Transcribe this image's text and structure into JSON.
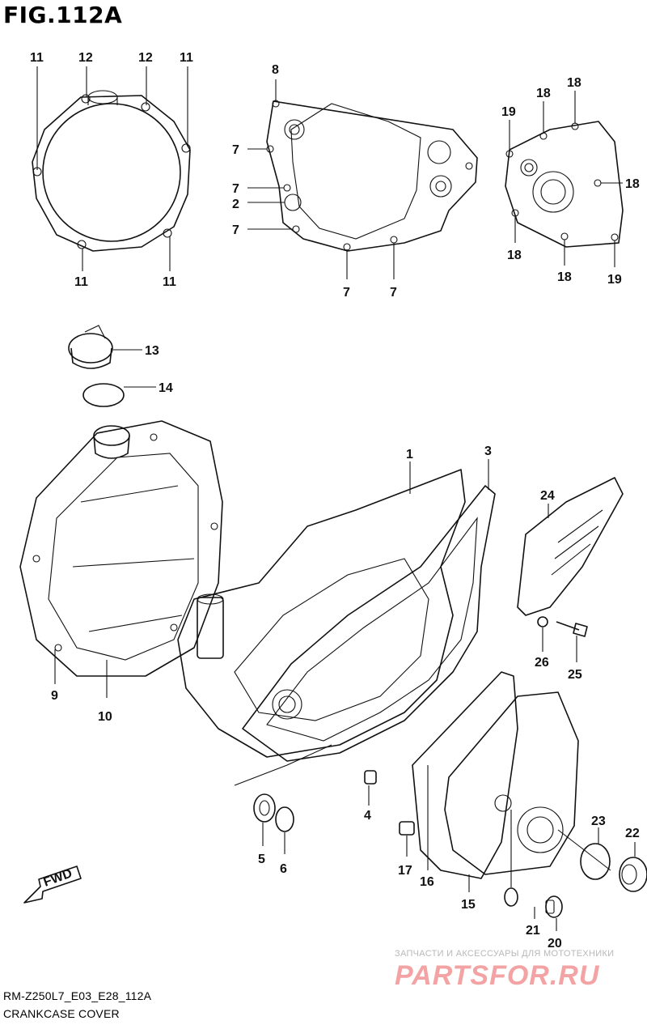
{
  "figure": {
    "title": "FIG.112A",
    "model_code": "RM-Z250L7_E03_E28_112A",
    "section_name": "CRANKCASE COVER"
  },
  "watermark": {
    "tagline": "ЗАПЧАСТИ И АКСЕССУАРЫ ДЛЯ МОТОТЕХНИКИ",
    "brand": "PARTSFOR.RU"
  },
  "direction_marker": "FWD",
  "callouts": {
    "c11_tl": "11",
    "c12_tl": "12",
    "c12_tr": "12",
    "c11_tr": "11",
    "c11_bl": "11",
    "c11_br": "11",
    "c8": "8",
    "c7_a": "7",
    "c7_b": "7",
    "c2": "2",
    "c7_c": "7",
    "c7_d": "7",
    "c7_e": "7",
    "c19_t": "19",
    "c18_a": "18",
    "c18_b": "18",
    "c18_c": "18",
    "c18_d": "18",
    "c18_e": "18",
    "c19_b": "19",
    "c13": "13",
    "c14": "14",
    "c9": "9",
    "c10": "10",
    "c1": "1",
    "c3": "3",
    "c24": "24",
    "c26": "26",
    "c25": "25",
    "c5": "5",
    "c6": "6",
    "c4": "4",
    "c17": "17",
    "c16": "16",
    "c15": "15",
    "c23": "23",
    "c22": "22",
    "c21": "21",
    "c20": "20"
  }
}
